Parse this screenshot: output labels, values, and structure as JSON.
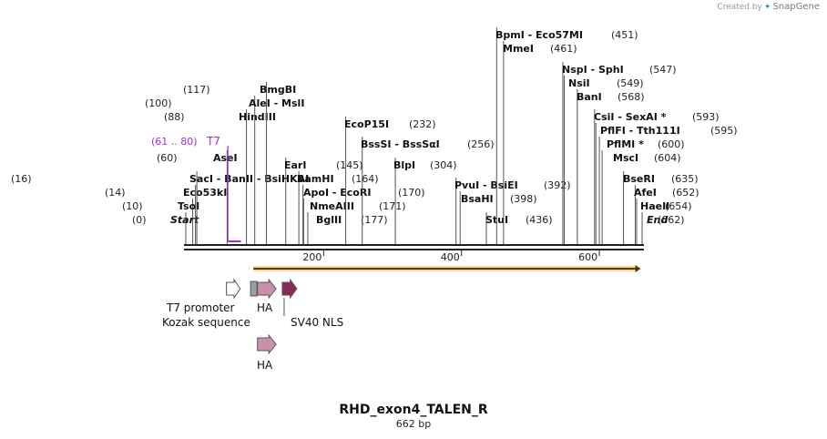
{
  "brand": {
    "created_by": "Created by",
    "product": "SnapGene"
  },
  "map": {
    "title": "RHD_exon4_TALEN_R",
    "length_label": "662 bp",
    "length": 662,
    "ticks": [
      {
        "pos": 200,
        "label": "200"
      },
      {
        "pos": 400,
        "label": "400"
      },
      {
        "pos": 600,
        "label": "600"
      }
    ],
    "sites": [
      {
        "pos": 0,
        "num": "(0)",
        "name": "Start",
        "italic": true
      },
      {
        "pos": 10,
        "num": "(10)",
        "name": "TsoI"
      },
      {
        "pos": 14,
        "num": "(14)",
        "name": "Eco53kI"
      },
      {
        "pos": 16,
        "num": "(16)",
        "name": "SacI  - BanII  - BsiHKAI"
      },
      {
        "pos": 60,
        "num": "(60)",
        "name": "AseI"
      },
      {
        "pos": 88,
        "num": "(88)",
        "name": "HindIII"
      },
      {
        "pos": 100,
        "num": "(100)",
        "name": "AleI  - MslI"
      },
      {
        "pos": 117,
        "num": "(117)",
        "name": "BmgBI"
      },
      {
        "pos": 145,
        "num": "(145)",
        "name": "EarI"
      },
      {
        "pos": 164,
        "num": "(164)",
        "name": "BamHI"
      },
      {
        "pos": 170,
        "num": "(170)",
        "name": "ApoI  - EcoRI"
      },
      {
        "pos": 171,
        "num": "(171)",
        "name": "NmeAIII"
      },
      {
        "pos": 177,
        "num": "(177)",
        "name": "BglII"
      },
      {
        "pos": 232,
        "num": "(232)",
        "name": "EcoP15I"
      },
      {
        "pos": 256,
        "num": "(256)",
        "name": "BssSI  - BssSαI"
      },
      {
        "pos": 304,
        "num": "(304)",
        "name": "BlpI"
      },
      {
        "pos": 392,
        "num": "(392)",
        "name": "PvuI  - BsiEI"
      },
      {
        "pos": 398,
        "num": "(398)",
        "name": "BsaHI"
      },
      {
        "pos": 436,
        "num": "(436)",
        "name": "StuI"
      },
      {
        "pos": 451,
        "num": "(451)",
        "name": "BpmI  - Eco57MI"
      },
      {
        "pos": 461,
        "num": "(461)",
        "name": "MmeI"
      },
      {
        "pos": 547,
        "num": "(547)",
        "name": "NspI  - SphI"
      },
      {
        "pos": 549,
        "num": "(549)",
        "name": "NsiI"
      },
      {
        "pos": 568,
        "num": "(568)",
        "name": "BanI"
      },
      {
        "pos": 593,
        "num": "(593)",
        "name": "CsiI  - SexAI *"
      },
      {
        "pos": 595,
        "num": "(595)",
        "name": "PflFI  - Tth111I"
      },
      {
        "pos": 600,
        "num": "(600)",
        "name": "PflMI *"
      },
      {
        "pos": 604,
        "num": "(604)",
        "name": "MscI"
      },
      {
        "pos": 635,
        "num": "(635)",
        "name": "BseRI"
      },
      {
        "pos": 652,
        "num": "(652)",
        "name": "AfeI"
      },
      {
        "pos": 654,
        "num": "(654)",
        "name": "HaeII"
      },
      {
        "pos": 662,
        "num": "(662)",
        "name": "End",
        "italic": true
      }
    ],
    "primer": {
      "range": "(61 .. 80)",
      "name": "T7",
      "start": 61,
      "end": 80,
      "color": "#9b30d9"
    },
    "orf": {
      "start": 98,
      "end": 660,
      "color": "#f2a83b"
    },
    "features": [
      {
        "name": "T7 promoter",
        "start": 59,
        "end": 79,
        "color": "#ffffff",
        "shape": "arrow"
      },
      {
        "name": "Kozak sequence",
        "start": 94,
        "end": 103,
        "color": "#9aa0a6",
        "shape": "box"
      },
      {
        "name": "HA",
        "start": 104,
        "end": 131,
        "color": "#c890ad",
        "shape": "arrow",
        "row": 0
      },
      {
        "name": "SV40 NLS",
        "start": 140,
        "end": 161,
        "color": "#8a2a5a",
        "shape": "arrow",
        "row": 0
      },
      {
        "name": "HA",
        "start": 104,
        "end": 131,
        "color": "#c890ad",
        "shape": "arrow",
        "row": 1
      }
    ],
    "colors": {
      "enzyme_text": "#111111",
      "number_text": "#222222",
      "leader": "#555555",
      "primer": "#9b30d9"
    }
  }
}
